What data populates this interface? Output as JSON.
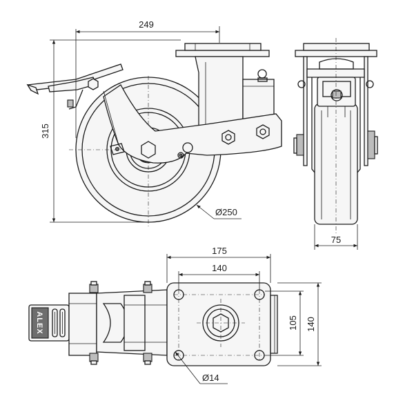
{
  "drawing": {
    "side_view": {
      "dim_offset_width": "249",
      "dim_total_height": "315",
      "dim_wheel_diameter": "Ø250"
    },
    "front_view": {
      "dim_wheel_width": "75"
    },
    "top_view": {
      "dim_plate_length": "175",
      "dim_hole_spacing_length": "140",
      "dim_hole_spacing_width": "105",
      "dim_plate_width": "140",
      "dim_bolt_hole": "Ø14",
      "brand_mark": "ALEX"
    }
  }
}
